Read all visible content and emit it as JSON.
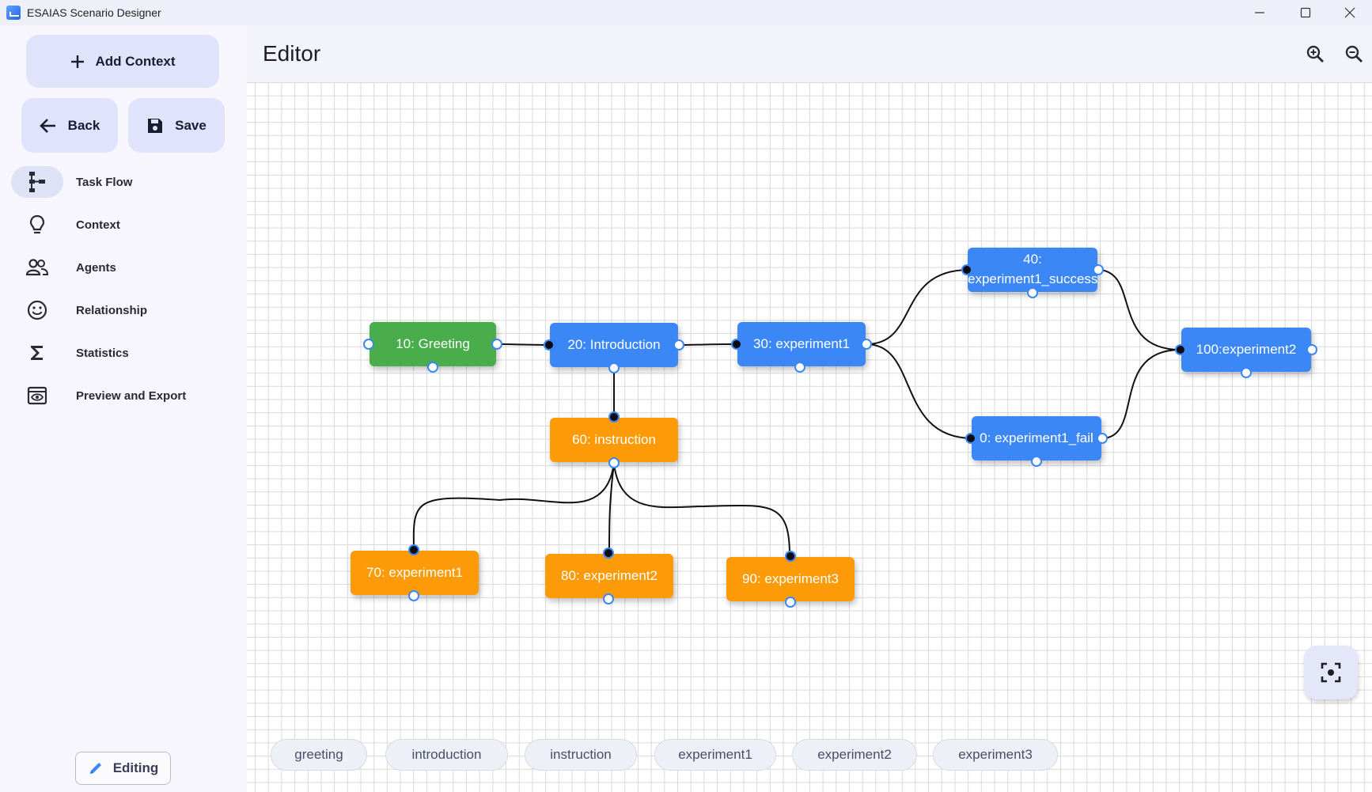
{
  "window": {
    "title": "ESAIAS Scenario Designer"
  },
  "sidebar": {
    "add_context": "Add Context",
    "back": "Back",
    "save": "Save",
    "items": [
      {
        "label": "Task Flow",
        "icon": "flow-icon",
        "active": true
      },
      {
        "label": "Context",
        "icon": "lightbulb-icon"
      },
      {
        "label": "Agents",
        "icon": "people-icon"
      },
      {
        "label": "Relationship",
        "icon": "smiley-icon"
      },
      {
        "label": "Statistics",
        "icon": "sigma-icon"
      },
      {
        "label": "Preview and Export",
        "icon": "eye-icon"
      }
    ],
    "editing": "Editing"
  },
  "editor": {
    "title": "Editor",
    "nodes": [
      {
        "id": "n10",
        "label": "10: Greeting",
        "color": "#49ad4c"
      },
      {
        "id": "n20",
        "label": "20: Introduction",
        "color": "#3c87f6"
      },
      {
        "id": "n30",
        "label": "30: experiment1",
        "color": "#3c87f6"
      },
      {
        "id": "n40",
        "label": "40: experiment1_success",
        "color": "#3c87f6"
      },
      {
        "id": "n0",
        "label": "0: experiment1_fail",
        "color": "#3c87f6"
      },
      {
        "id": "n100",
        "label": "100:experiment2",
        "color": "#3c87f6"
      },
      {
        "id": "n60",
        "label": "60: instruction",
        "color": "#fd9a08"
      },
      {
        "id": "n70",
        "label": "70: experiment1",
        "color": "#fd9a08"
      },
      {
        "id": "n80",
        "label": "80: experiment2",
        "color": "#fd9a08"
      },
      {
        "id": "n90",
        "label": "90: experiment3",
        "color": "#fd9a08"
      }
    ],
    "chips": [
      "greeting",
      "introduction",
      "instruction",
      "experiment1",
      "experiment2",
      "experiment3"
    ]
  }
}
